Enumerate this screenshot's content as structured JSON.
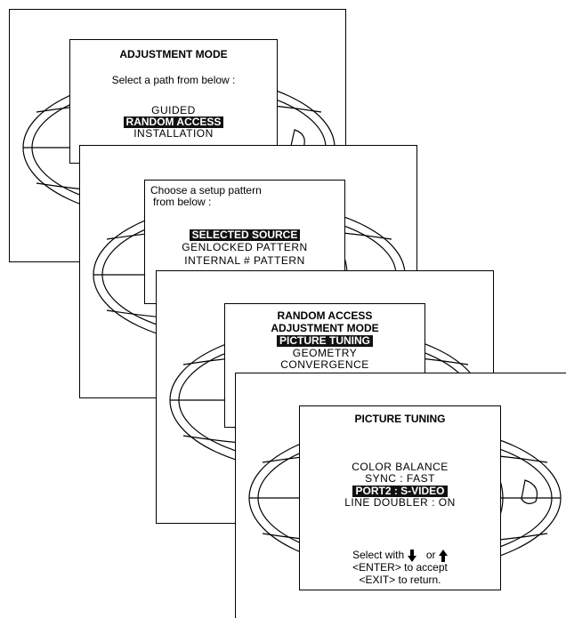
{
  "screen1": {
    "title": "ADJUSTMENT MODE",
    "prompt": "Select a path from below :",
    "items": [
      "GUIDED",
      "RANDOM ACCESS",
      "INSTALLATION"
    ],
    "selected_index": 1
  },
  "screen2": {
    "prompt_line1": "Choose a setup pattern",
    "prompt_line2": "from below :",
    "items": [
      "SELECTED SOURCE",
      "GENLOCKED PATTERN",
      "INTERNAL # PATTERN"
    ],
    "selected_index": 0
  },
  "screen3": {
    "title_line1": "RANDOM ACCESS",
    "title_line2": "ADJUSTMENT MODE",
    "items": [
      "PICTURE TUNING",
      "GEOMETRY",
      "CONVERGENCE"
    ],
    "selected_index": 0
  },
  "screen4": {
    "title": "PICTURE TUNING",
    "items": [
      "COLOR BALANCE",
      "SYNC : FAST",
      "PORT2 : S-VIDEO",
      "LINE DOUBLER : ON"
    ],
    "selected_index": 2,
    "help_select": "Select with",
    "help_or": "or",
    "help_enter": "<ENTER> to accept",
    "help_exit": "<EXIT> to return.",
    "icons": [
      "arrow-down-icon",
      "arrow-up-icon",
      "globe-icon"
    ]
  }
}
